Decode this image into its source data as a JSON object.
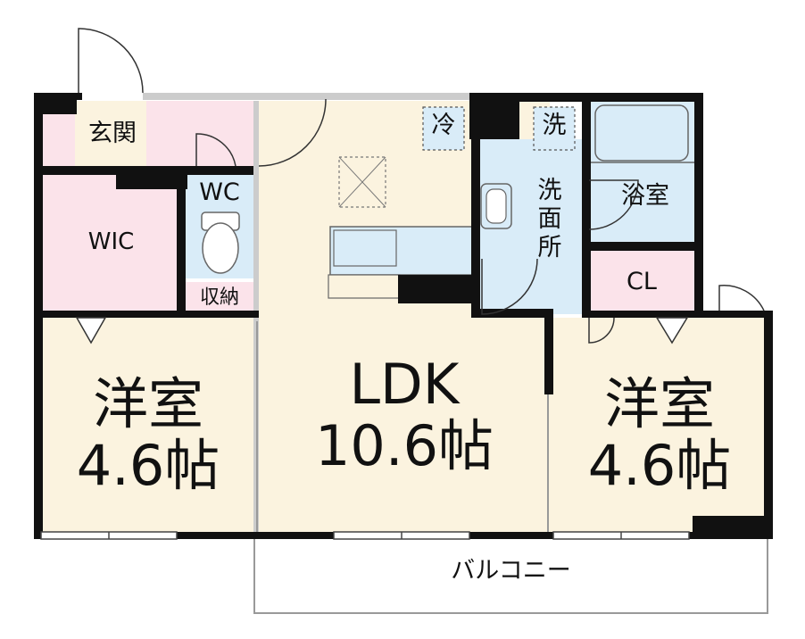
{
  "rooms": {
    "genkan": "玄関",
    "wic": "WIC",
    "wc": "WC",
    "storage": "収納",
    "ldk": "LDK\n10.6帖",
    "western_left": "洋室\n4.6帖",
    "western_right": "洋室\n4.6帖",
    "washroom": "洗\n面\n所",
    "bath": "浴室",
    "closet": "CL",
    "balcony": "バルコニー",
    "fridge": "冷",
    "washer": "洗"
  },
  "colors": {
    "wall": "#111111",
    "genkan": "#fbe3ea",
    "wic": "#fbe3ea",
    "closet": "#fbe3ea",
    "storage": "#fbe3ea",
    "ldk": "#fbf3df",
    "western": "#fbf3df",
    "wet_area": "#d9ecf8",
    "balcony": "#ffffff"
  }
}
